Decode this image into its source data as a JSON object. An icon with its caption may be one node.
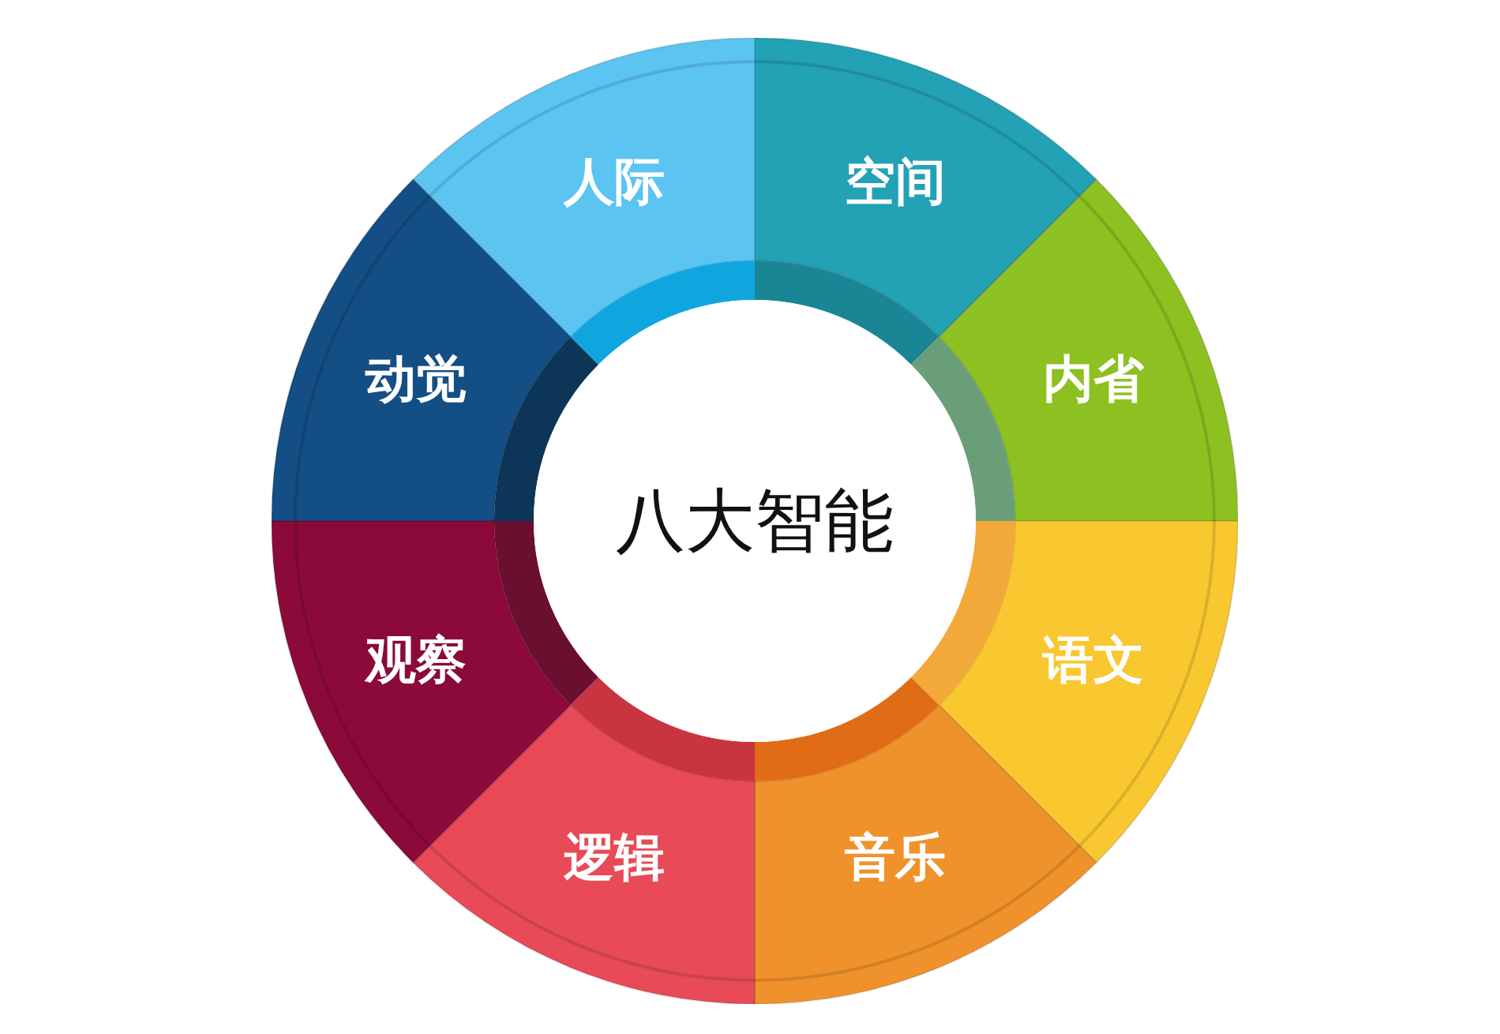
{
  "diagram": {
    "nodes": [
      {
        "text": [
          "八大智能"
        ]
      },
      {
        "text": [
          "人际"
        ]
      },
      {
        "text": [
          "空间"
        ]
      },
      {
        "text": [
          "内省"
        ]
      },
      {
        "text": [
          "语文"
        ]
      },
      {
        "text": [
          "音乐"
        ]
      },
      {
        "text": [
          "逻辑"
        ]
      },
      {
        "text": [
          "观察"
        ]
      },
      {
        "text": [
          "动觉"
        ]
      }
    ]
  }
}
